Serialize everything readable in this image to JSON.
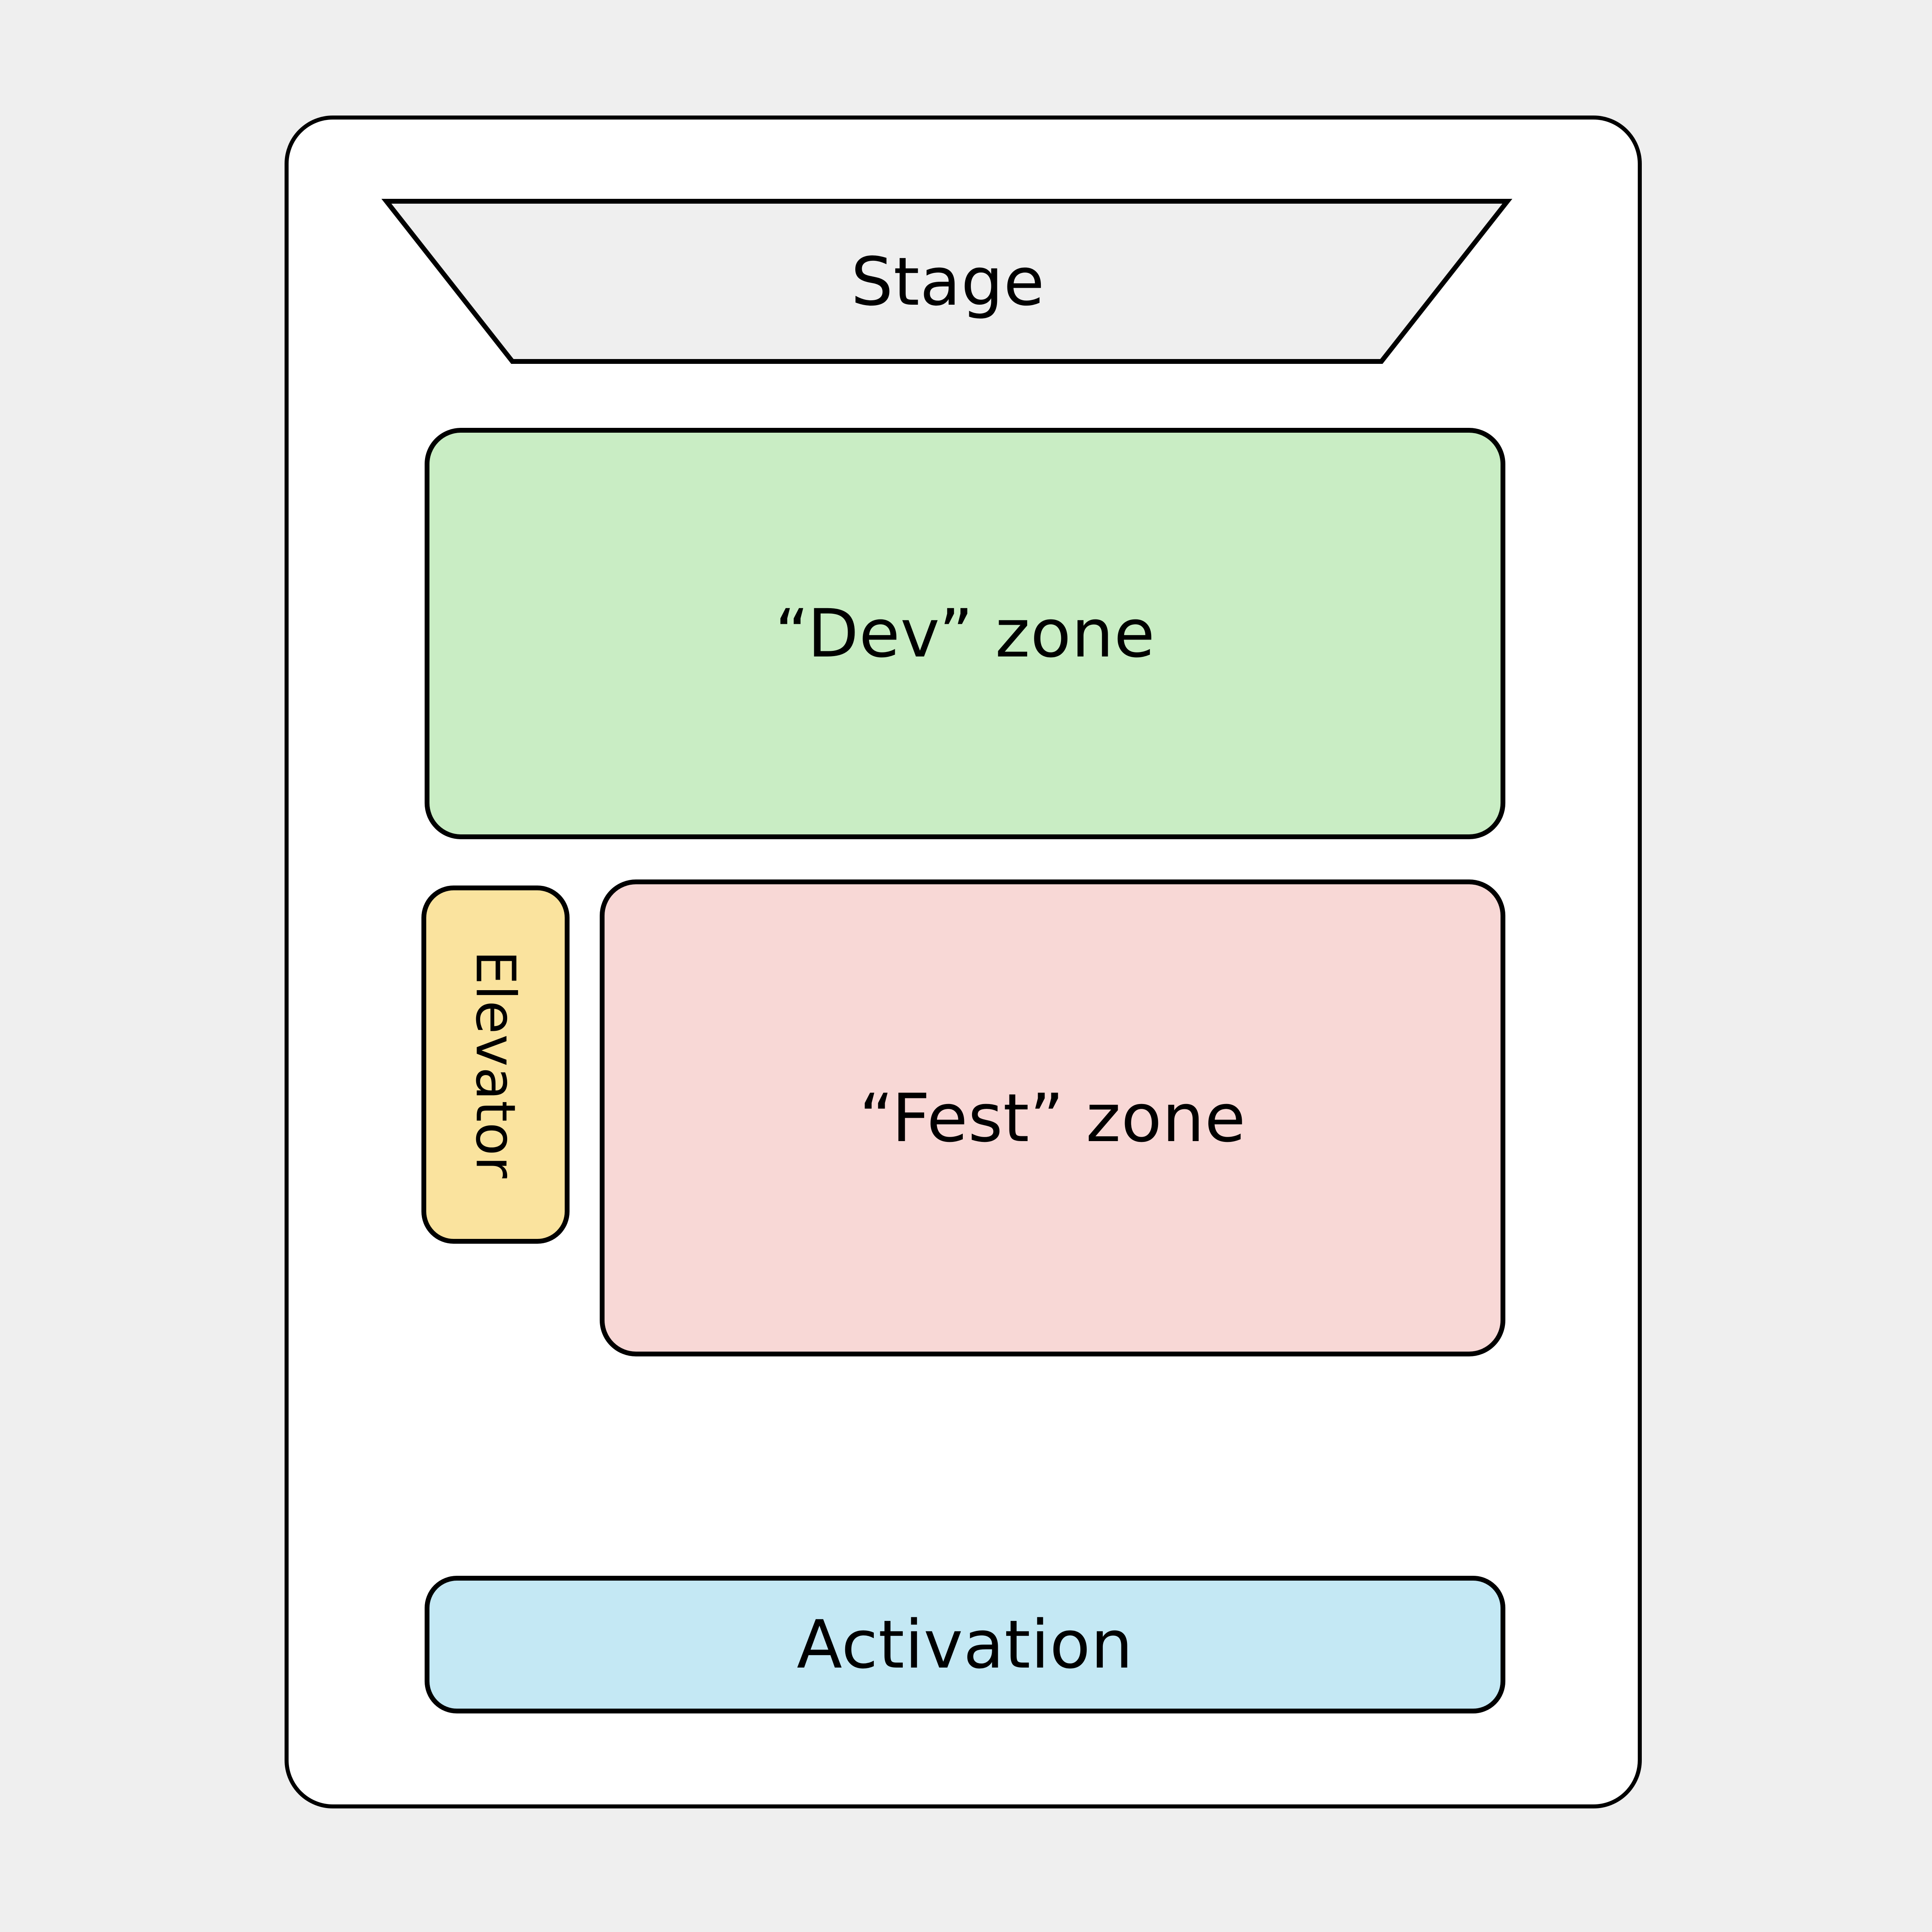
{
  "page": {
    "background": "#EFEFEF"
  },
  "floorplan": {
    "card_bg": "#FFFFFF",
    "outline_color": "#000000",
    "zones": {
      "stage": {
        "label": "Stage",
        "fill": "#EFEFEF"
      },
      "dev": {
        "label": "“Dev” zone",
        "fill": "#C9EDC4"
      },
      "elevator": {
        "label": "Elevator",
        "fill": "#FAE39E"
      },
      "fest": {
        "label": "“Fest” zone",
        "fill": "#F8D8D6"
      },
      "activation": {
        "label": "Activation",
        "fill": "#C4E8F4"
      }
    }
  }
}
